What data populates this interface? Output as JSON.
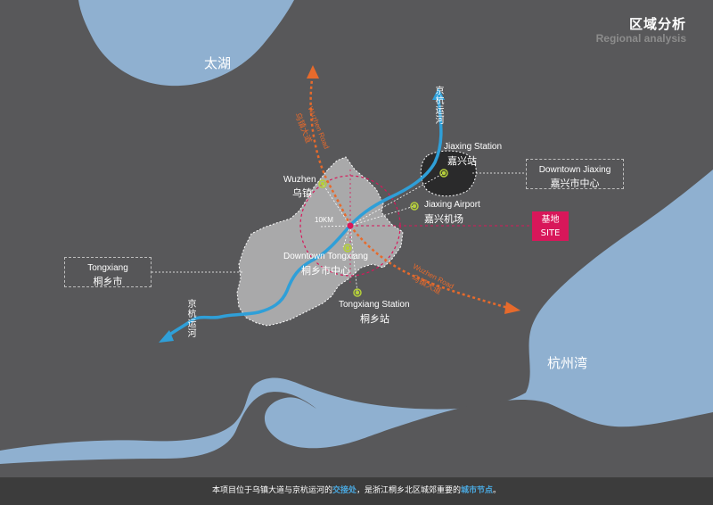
{
  "header": {
    "title": "区域分析",
    "subtitle": "Regional analysis"
  },
  "water": {
    "lake": "太湖",
    "bay": "杭州湾"
  },
  "canal": {
    "name": "京杭运河"
  },
  "roads": {
    "north_en": "Wuzhen Road",
    "north_cn": "乌镇大道",
    "east_en": "Wuzhen Road",
    "east_cn": "乌镇大道"
  },
  "places": {
    "wuzhen_en": "Wuzhen",
    "wuzhen_cn": "乌镇",
    "jiaxing_station_en": "Jiaxing Station",
    "jiaxing_station_cn": "嘉兴站",
    "jiaxing_airport_en": "Jiaxing Airport",
    "jiaxing_airport_cn": "嘉兴机场",
    "downtown_tongxiang_en": "Downtown Tongxiang",
    "downtown_tongxiang_cn": "桐乡市中心",
    "tongxiang_station_en": "Tongxiang Station",
    "tongxiang_station_cn": "桐乡站",
    "radius": "10KM"
  },
  "boxes": {
    "jiaxing_en": "Downtown Jiaxing",
    "jiaxing_cn": "嘉兴市中心",
    "tongxiang_en": "Tongxiang",
    "tongxiang_cn": "桐乡市"
  },
  "site": {
    "cn": "基地",
    "en": "SITE"
  },
  "footer": {
    "part1": "本项目位于乌镇大道与京杭运河的",
    "hl1": "交接处",
    "part2": "，是浙江桐乡北区城郊重要的",
    "hl2": "城市节点",
    "part3": "。"
  },
  "colors": {
    "background": "#58585a",
    "water": "#8fb0d0",
    "city_area": "#a9a9aa",
    "canal": "#2f9fd8",
    "road": "#e66a2c",
    "ring": "#d8175a",
    "site_badge": "#d8175a",
    "marker": "#b5cf3a",
    "highlight": "#4aa8df"
  }
}
